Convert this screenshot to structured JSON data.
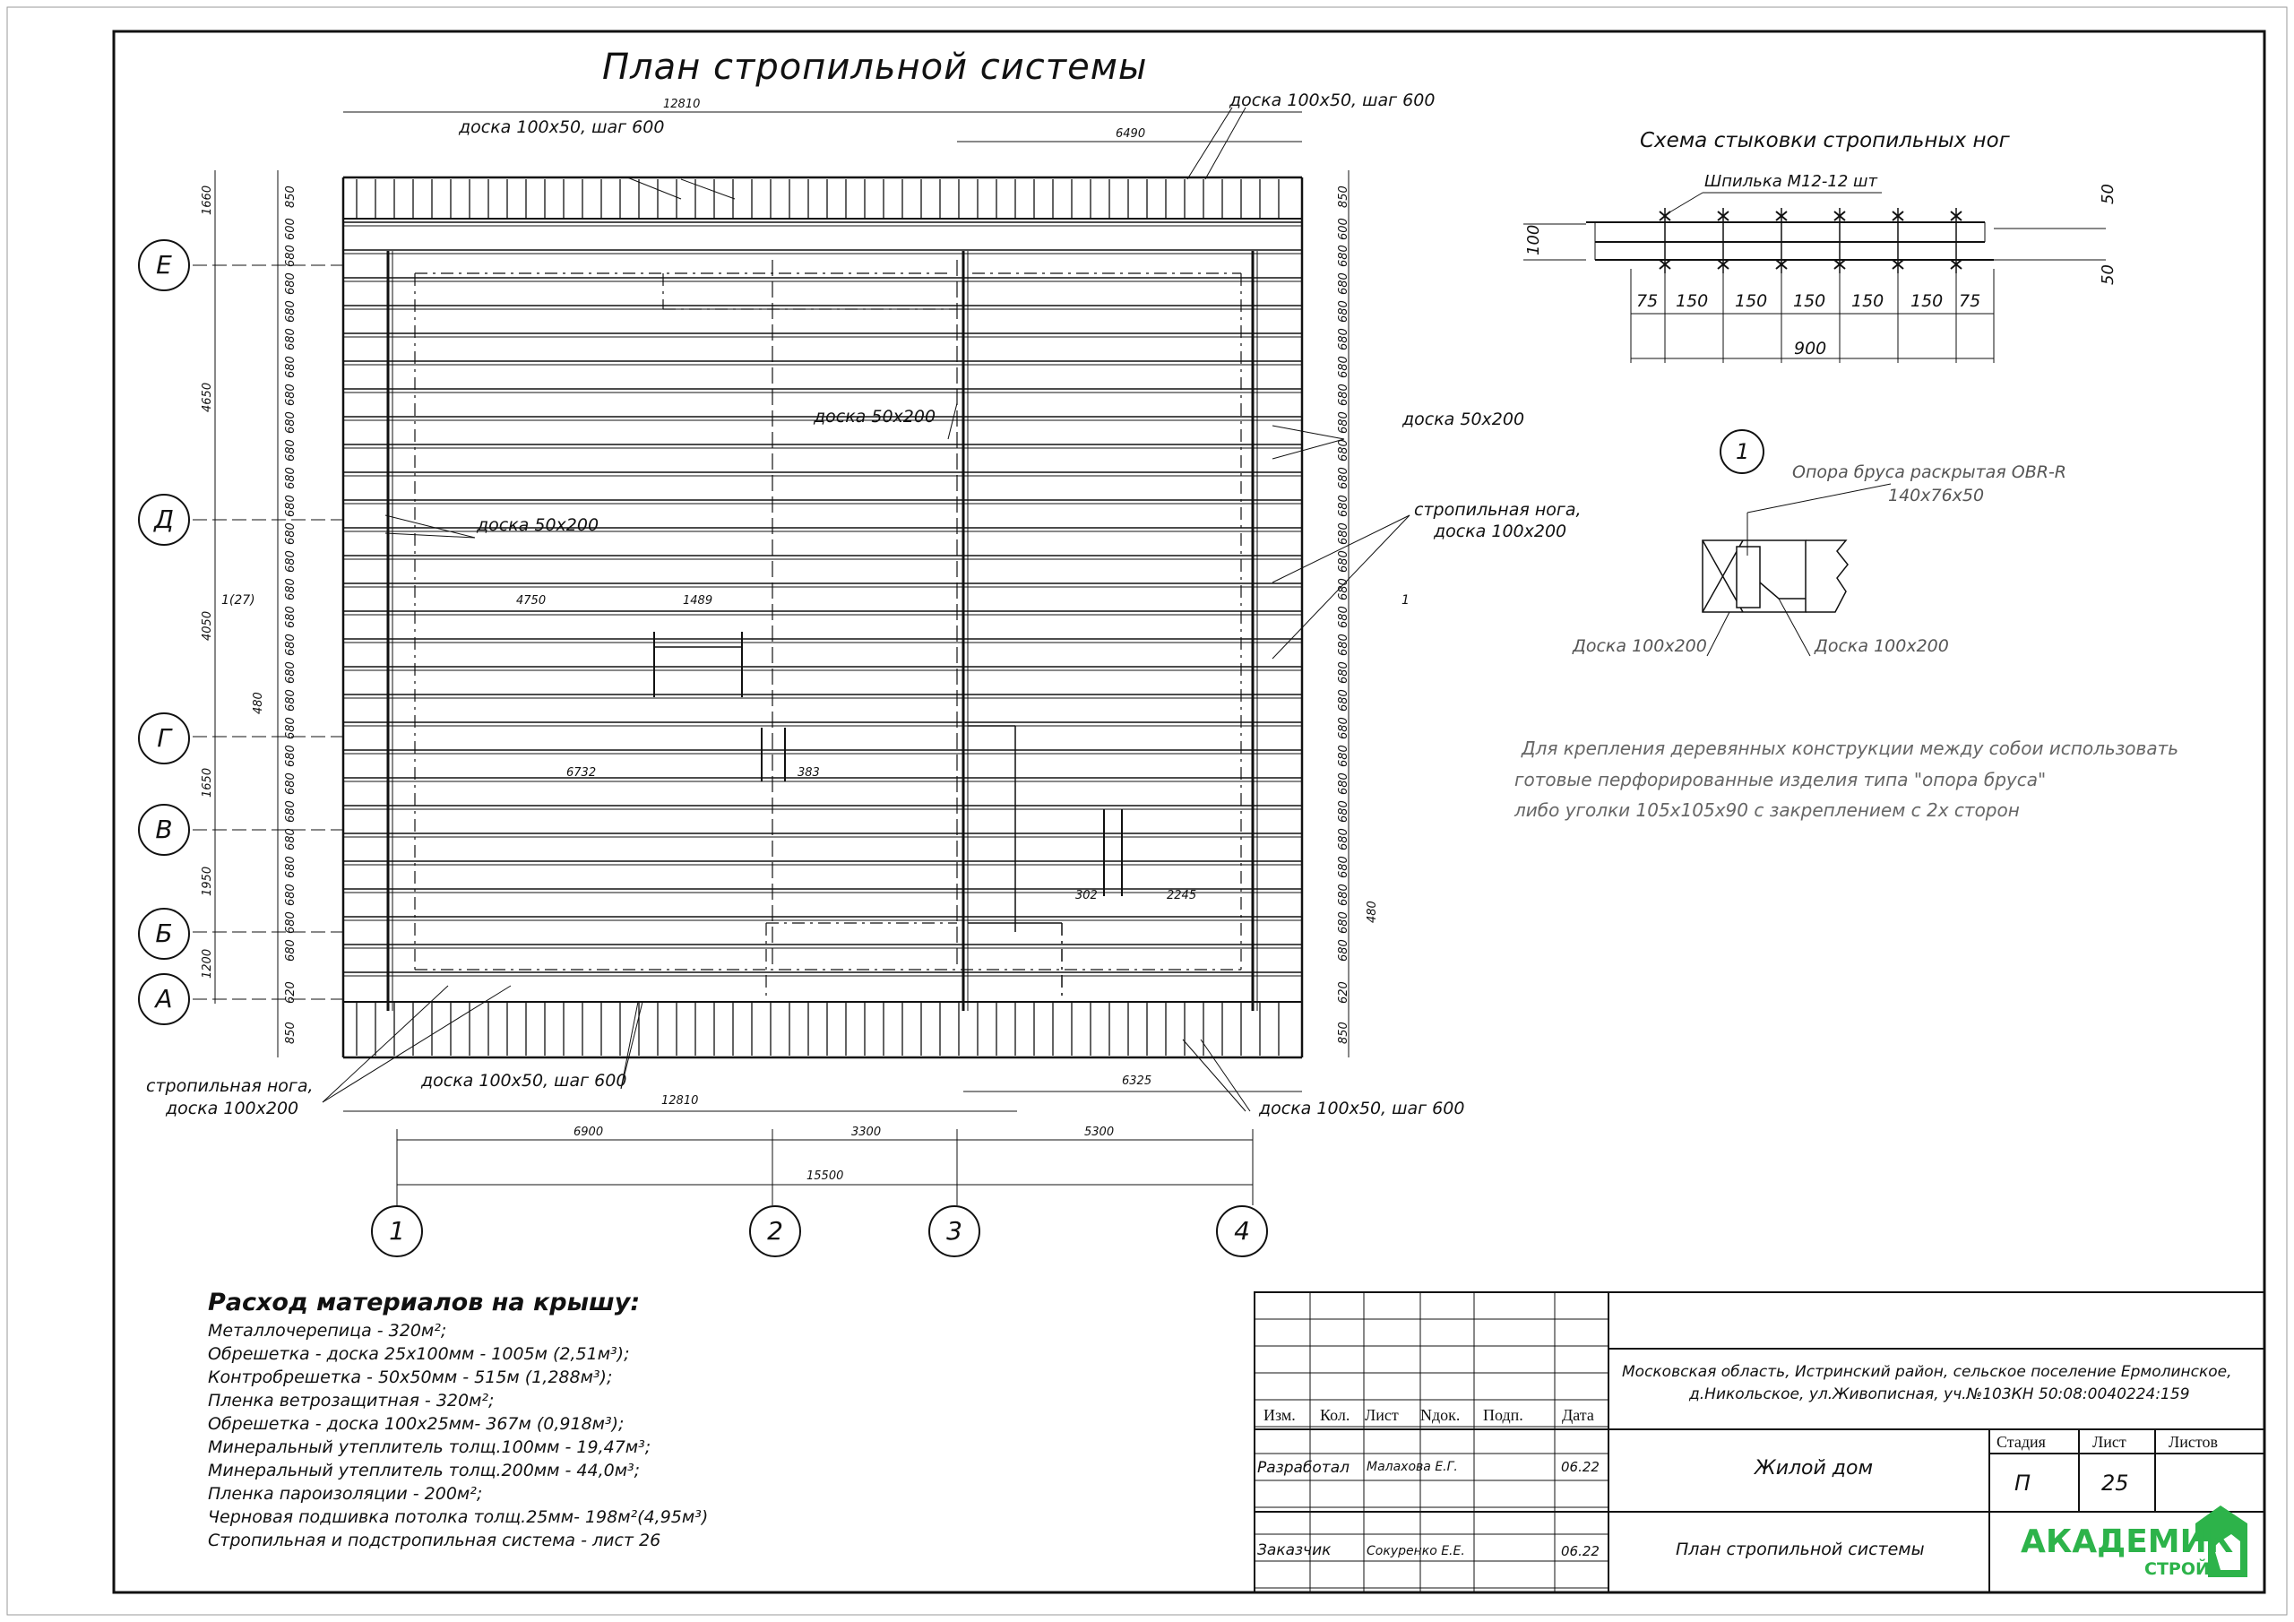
{
  "drawing": {
    "title": "План стропильной системы",
    "callouts": {
      "board_100x50_top_left": "доска 100х50, шаг 600",
      "board_100x50_top_right": "доска 100х50, шаг 600",
      "board_100x50_bottom_left": "доска 100х50, шаг 600",
      "board_100x50_bottom_right": "доска 100х50, шаг 600",
      "board_50x200_center": "доска 50х200",
      "board_50x200_left": "доска 50х200",
      "board_50x200_right": "доска 50х200",
      "rafter_right_line1": "стропильная нога,",
      "rafter_right_line2": "доска 100х200",
      "rafter_left_line1": "стропильная нога,",
      "rafter_left_line2": "доска 100х200"
    },
    "dimensions": {
      "top_overall": "12810",
      "top_right": "6490",
      "bottom_overall": "12810",
      "bottom_right": "6325",
      "axis_1_2": "6900",
      "axis_2_3": "3300",
      "axis_3_4": "5300",
      "axis_total": "15500",
      "opening_left": "4750",
      "opening_width": "1489",
      "inner_6732": "6732",
      "inner_383": "383",
      "inner_302": "302",
      "inner_2245": "2245",
      "left_1660": "1660",
      "left_4650": "4650",
      "left_4050": "4050",
      "left_1650": "1650",
      "left_1950": "1950",
      "left_1200": "1200",
      "left_480": "480",
      "right_480": "480",
      "edge_850": "850",
      "edge_600": "600",
      "step_680": "680",
      "edge_620": "620"
    },
    "section_marks": {
      "left": "1(27)",
      "right": "1"
    },
    "row_axes": [
      "Е",
      "Д",
      "Г",
      "В",
      "Б",
      "А"
    ],
    "col_axes": [
      "1",
      "2",
      "3",
      "4"
    ]
  },
  "joint_scheme": {
    "title": "Схема стыковки стропильных ног",
    "stud_label": "Шпилька М12-12 шт",
    "spacing": [
      "75",
      "150",
      "150",
      "150",
      "150",
      "150",
      "75"
    ],
    "total": "900",
    "height": "100",
    "offset_top": "50",
    "offset_bottom": "50"
  },
  "detail_1": {
    "number": "1",
    "support_line1": "Опора бруса раскрытая OBR-R",
    "support_line2": "140х76х50",
    "board_left": "Доска 100х200",
    "board_right": "Доска 100х200"
  },
  "note": {
    "line1": "Для крепления деревянных конструкции между собои использовать",
    "line2": "готовые перфорированные изделия типа \"опора бруса\"",
    "line3": "либо уголки 105х105х90 с   закреплением с 2х сторон"
  },
  "materials": {
    "heading": "Расход материалов на крышу:",
    "items": [
      "Металлочерепица - 320м²;",
      "Обрешетка - доска 25х100мм - 1005м (2,51м³);",
      "Контробрешетка - 50х50мм - 515м (1,288м³);",
      "Пленка ветрозащитная - 320м²;",
      "Обрешетка - доска 100х25мм- 367м (0,918м³);",
      "Минеральный утеплитель толщ.100мм - 19,47м³;",
      "Минеральный утеплитель толщ.200мм - 44,0м³;",
      "Пленка пароизоляции - 200м²;",
      "Черновая подшивка потолка толщ.25мм- 198м²(4,95м³)",
      "Стропильная и подстропильная система - лист 26"
    ]
  },
  "title_block": {
    "headers": [
      "Изм.",
      "Кол.",
      "Лист",
      "Nдок.",
      "Подп.",
      "Дата"
    ],
    "role_developer": "Разработал",
    "developer": "Малахова Е.Г.",
    "developer_date": "06.22",
    "role_customer": "Заказчик",
    "customer": "Сокуренко Е.Е.",
    "customer_date": "06.22",
    "address_line1": "Московская область, Истринский район, сельское поселение Ермолинское,",
    "address_line2": "д.Никольское, ул.Живописная, уч.№103КН 50:08:0040224:159",
    "object": "Жилой дом",
    "sheet_title": "План стропильной системы",
    "stage_label": "Стадия",
    "sheet_label": "Лист",
    "sheets_label": "Листов",
    "stage": "П",
    "sheet": "25",
    "sheets": ""
  },
  "logo": {
    "main": "АКАДЕМИК",
    "sub": "СТРОЙ",
    "color": "#2db34a"
  }
}
